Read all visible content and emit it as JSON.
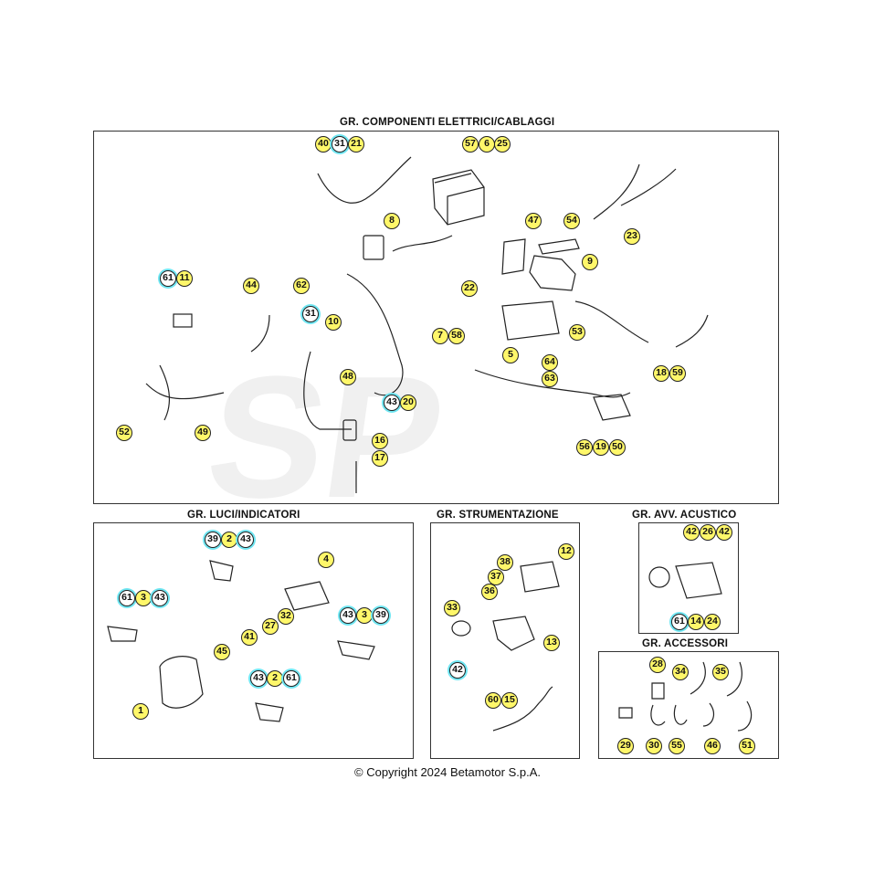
{
  "sections": {
    "elettrici": "GR. COMPONENTI ELETTRICI/CABLAGGI",
    "luci": "GR. LUCI/INDICATORI",
    "strumentazione": "GR. STRUMENTAZIONE",
    "acustico": "GR. AVV. ACUSTICO",
    "accessori": "GR. ACCESSORI"
  },
  "copyright": "© Copyright 2024 Betamotor S.p.A.",
  "callouts": [
    {
      "label": "40",
      "hl": "yellow"
    },
    {
      "label": "31",
      "hl": "cyan"
    },
    {
      "label": "21",
      "hl": "yellow"
    },
    {
      "label": "57",
      "hl": "yellow"
    },
    {
      "label": "6",
      "hl": "yellow"
    },
    {
      "label": "25",
      "hl": "yellow"
    },
    {
      "label": "8",
      "hl": "yellow"
    },
    {
      "label": "47",
      "hl": "yellow"
    },
    {
      "label": "54",
      "hl": "yellow"
    },
    {
      "label": "23",
      "hl": "yellow"
    },
    {
      "label": "9",
      "hl": "yellow"
    },
    {
      "label": "61",
      "hl": "cyan"
    },
    {
      "label": "11",
      "hl": "yellow"
    },
    {
      "label": "44",
      "hl": "yellow"
    },
    {
      "label": "62",
      "hl": "yellow"
    },
    {
      "label": "31",
      "hl": "cyan"
    },
    {
      "label": "22",
      "hl": "yellow"
    },
    {
      "label": "10",
      "hl": "yellow"
    },
    {
      "label": "7",
      "hl": "yellow"
    },
    {
      "label": "58",
      "hl": "yellow"
    },
    {
      "label": "53",
      "hl": "yellow"
    },
    {
      "label": "5",
      "hl": "yellow"
    },
    {
      "label": "48",
      "hl": "yellow"
    },
    {
      "label": "64",
      "hl": "yellow"
    },
    {
      "label": "63",
      "hl": "yellow"
    },
    {
      "label": "18",
      "hl": "yellow"
    },
    {
      "label": "59",
      "hl": "yellow"
    },
    {
      "label": "43",
      "hl": "cyan"
    },
    {
      "label": "20",
      "hl": "yellow"
    },
    {
      "label": "52",
      "hl": "yellow"
    },
    {
      "label": "49",
      "hl": "yellow"
    },
    {
      "label": "16",
      "hl": "yellow"
    },
    {
      "label": "56",
      "hl": "yellow"
    },
    {
      "label": "19",
      "hl": "yellow"
    },
    {
      "label": "50",
      "hl": "yellow"
    },
    {
      "label": "17",
      "hl": "yellow"
    },
    {
      "label": "39",
      "hl": "cyan"
    },
    {
      "label": "2",
      "hl": "yellow"
    },
    {
      "label": "43",
      "hl": "cyan"
    },
    {
      "label": "4",
      "hl": "yellow"
    },
    {
      "label": "61",
      "hl": "cyan"
    },
    {
      "label": "3",
      "hl": "yellow"
    },
    {
      "label": "43",
      "hl": "cyan"
    },
    {
      "label": "32",
      "hl": "yellow"
    },
    {
      "label": "27",
      "hl": "yellow"
    },
    {
      "label": "43",
      "hl": "cyan"
    },
    {
      "label": "3",
      "hl": "yellow"
    },
    {
      "label": "39",
      "hl": "cyan"
    },
    {
      "label": "41",
      "hl": "yellow"
    },
    {
      "label": "45",
      "hl": "yellow"
    },
    {
      "label": "43",
      "hl": "cyan"
    },
    {
      "label": "2",
      "hl": "yellow"
    },
    {
      "label": "61",
      "hl": "cyan"
    },
    {
      "label": "1",
      "hl": "yellow"
    },
    {
      "label": "38",
      "hl": "yellow"
    },
    {
      "label": "12",
      "hl": "yellow"
    },
    {
      "label": "37",
      "hl": "yellow"
    },
    {
      "label": "36",
      "hl": "yellow"
    },
    {
      "label": "33",
      "hl": "yellow"
    },
    {
      "label": "13",
      "hl": "yellow"
    },
    {
      "label": "42",
      "hl": "cyan"
    },
    {
      "label": "60",
      "hl": "yellow"
    },
    {
      "label": "15",
      "hl": "yellow"
    },
    {
      "label": "42",
      "hl": "yellow"
    },
    {
      "label": "26",
      "hl": "yellow"
    },
    {
      "label": "42",
      "hl": "yellow"
    },
    {
      "label": "61",
      "hl": "cyan"
    },
    {
      "label": "14",
      "hl": "yellow"
    },
    {
      "label": "24",
      "hl": "yellow"
    },
    {
      "label": "28",
      "hl": "yellow"
    },
    {
      "label": "34",
      "hl": "yellow"
    },
    {
      "label": "35",
      "hl": "yellow"
    },
    {
      "label": "29",
      "hl": "yellow"
    },
    {
      "label": "30",
      "hl": "yellow"
    },
    {
      "label": "55",
      "hl": "yellow"
    },
    {
      "label": "46",
      "hl": "yellow"
    },
    {
      "label": "51",
      "hl": "yellow"
    }
  ]
}
